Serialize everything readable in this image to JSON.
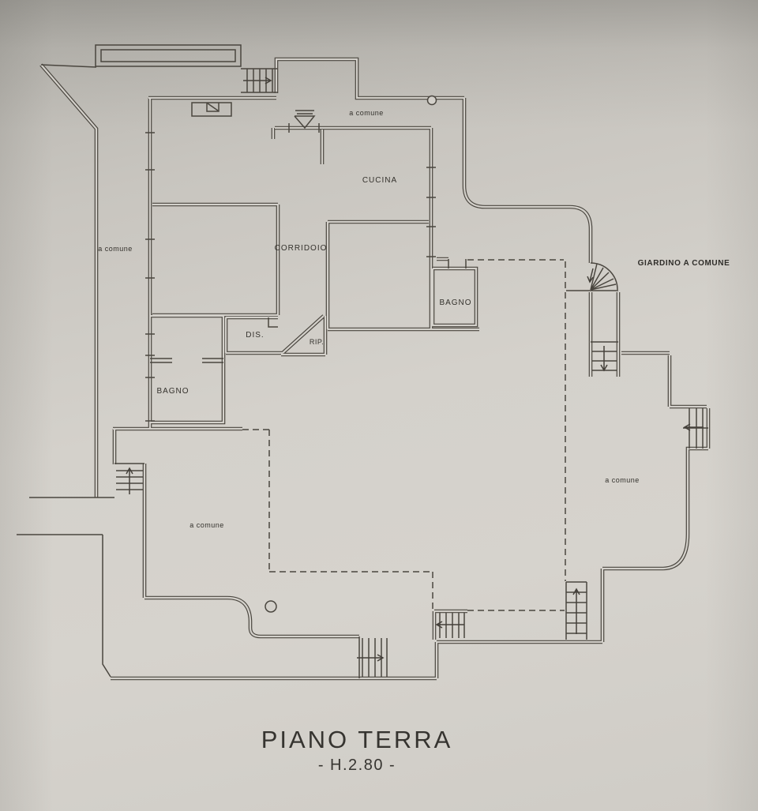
{
  "document": {
    "kind": "scanned floor plan drawing",
    "title": "PIANO TERRA",
    "height_note": "- H.2.80 -"
  },
  "rooms": {
    "cucina": "CUCINA",
    "corridoio": "CORRIDOIO",
    "bagno_top": "BAGNO",
    "bagno_left": "BAGNO",
    "dis": "DIS.",
    "rip": "RIP."
  },
  "common_areas": {
    "left_strip": "a comune",
    "top_walkway": "a comune",
    "bottom_left_court": "a comune",
    "right_court": "a comune",
    "garden": "GIARDINO A COMUNE"
  },
  "colors": {
    "paper_light": "#d6d3cd",
    "paper_dark": "#b2b0aa",
    "ink": "#4a463f",
    "label_text": "#34322d"
  }
}
